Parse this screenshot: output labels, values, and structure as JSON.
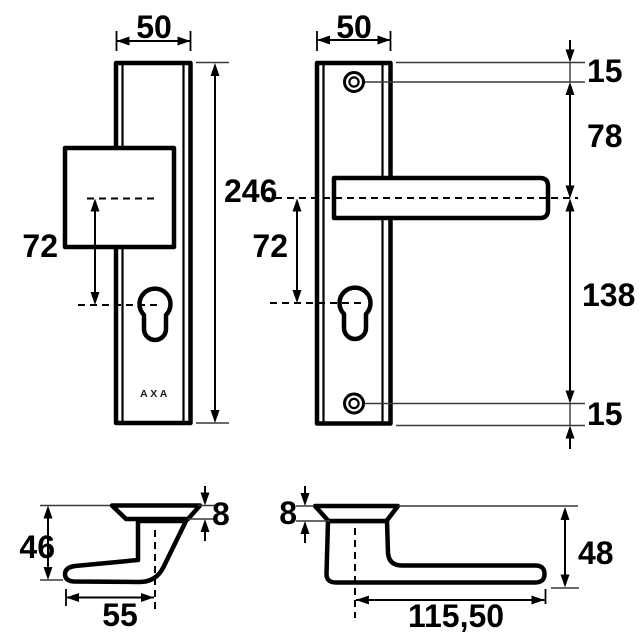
{
  "drawing": {
    "brand_label": "AXA",
    "colors": {
      "line": "#000000",
      "background": "#ffffff"
    },
    "views": {
      "knob_plate_front": {
        "width": "50",
        "height": "246",
        "pz_distance": "72"
      },
      "lever_plate_front": {
        "width": "50",
        "top_screw_offset": "15",
        "screw_to_lever": "78",
        "lever_to_screw": "138",
        "bottom_screw_offset": "15",
        "pz_distance": "72"
      },
      "knob_side": {
        "height": "46",
        "depth": "55",
        "plate_thickness": "8"
      },
      "lever_side": {
        "plate_thickness": "8",
        "height": "48",
        "length": "115,50"
      }
    }
  }
}
